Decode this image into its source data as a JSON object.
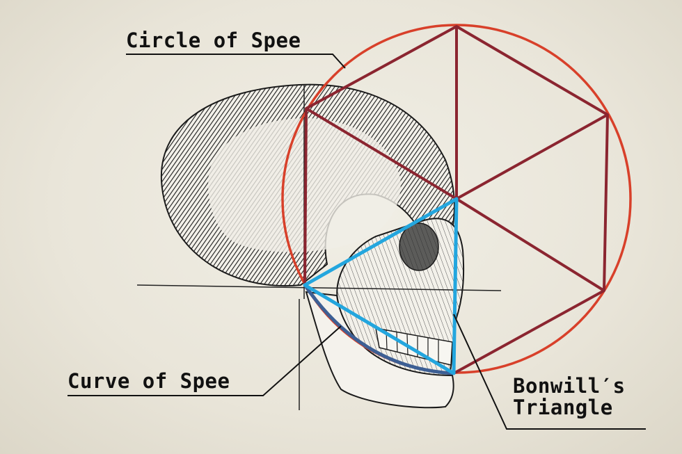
{
  "labels": {
    "circle_of_spee": "Circle of Spee",
    "curve_of_spee": "Curve of Spee",
    "bonwill_line1": "Bonwill′s",
    "bonwill_line2": "Triangle"
  },
  "colors": {
    "background": "#ece9de",
    "circle": "#d8402a",
    "hexagon": "#8b2530",
    "triangle": "#23a6de",
    "curve": "#3d5f94",
    "ink": "#111111"
  }
}
